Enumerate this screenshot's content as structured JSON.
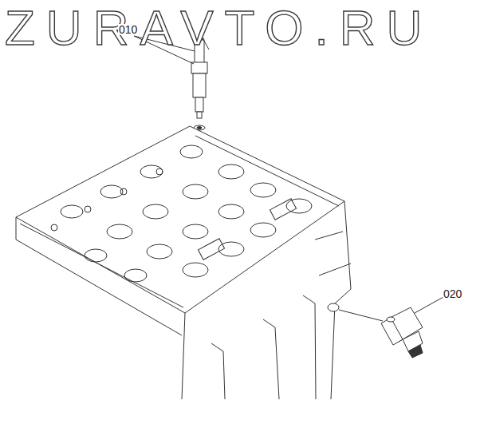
{
  "diagram": {
    "labels": [
      "ZURAVTO.RU",
      "010",
      "020"
    ]
  }
}
